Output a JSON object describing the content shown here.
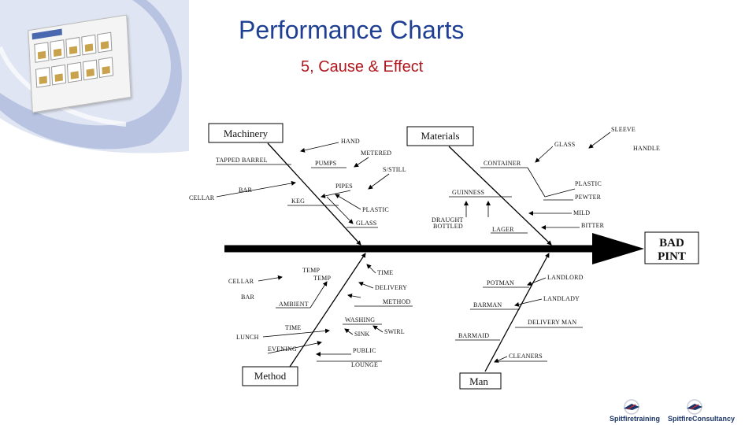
{
  "title": "Performance Charts",
  "subtitle": "5, Cause & Effect",
  "colors": {
    "title": "#1f3f94",
    "subtitle": "#b0161c",
    "swoosh": "#b7c3e0",
    "spine": "#000000"
  },
  "diagram": {
    "effect": "BAD PINT",
    "categories": {
      "machinery": "Machinery",
      "materials": "Materials",
      "method": "Method",
      "man": "Man"
    },
    "machinery_causes": {
      "hand": "HAND",
      "metered": "METERED",
      "tapped_barrel": "TAPPED BARREL",
      "pumps": "PUMPS",
      "s_still": "S/STILL",
      "cellar": "CELLAR",
      "bar": "BAR",
      "pipes": "PIPES",
      "keg": "KEG",
      "plastic": "PLASTIC",
      "glass": "GLASS"
    },
    "materials_causes": {
      "sleeve": "SLEEVE",
      "glass": "GLASS",
      "handle": "HANDLE",
      "container": "CONTAINER",
      "plastic": "PLASTIC",
      "guinness": "GUINNESS",
      "pewter": "PEWTER",
      "draught": "DRAUGHT",
      "bottled": "BOTTLED",
      "mild": "MILD",
      "lager": "LAGER",
      "bitter": "BITTER"
    },
    "method_causes": {
      "temp": "TEMP",
      "temp2": "TEMP",
      "cellar": "CELLAR",
      "time": "TIME",
      "delivery": "DELIVERY",
      "bar": "BAR",
      "ambient": "AMBIENT",
      "method": "METHOD",
      "washing": "WASHING",
      "time2": "TIME",
      "sink": "SINK",
      "swirl": "SWIRL",
      "lunch": "LUNCH",
      "evening": "EVENING",
      "public": "PUBLIC",
      "lounge": "LOUNGE"
    },
    "man_causes": {
      "landlord": "LANDLORD",
      "potman": "POTMAN",
      "landlady": "LANDLADY",
      "barman": "BARMAN",
      "delivery_man": "DELIVERY MAN",
      "barmaid": "BARMAID",
      "cleaners": "CLEANERS"
    }
  },
  "logos": {
    "left": "Spitfiretraining",
    "right": "SpitfireConsultancy"
  }
}
